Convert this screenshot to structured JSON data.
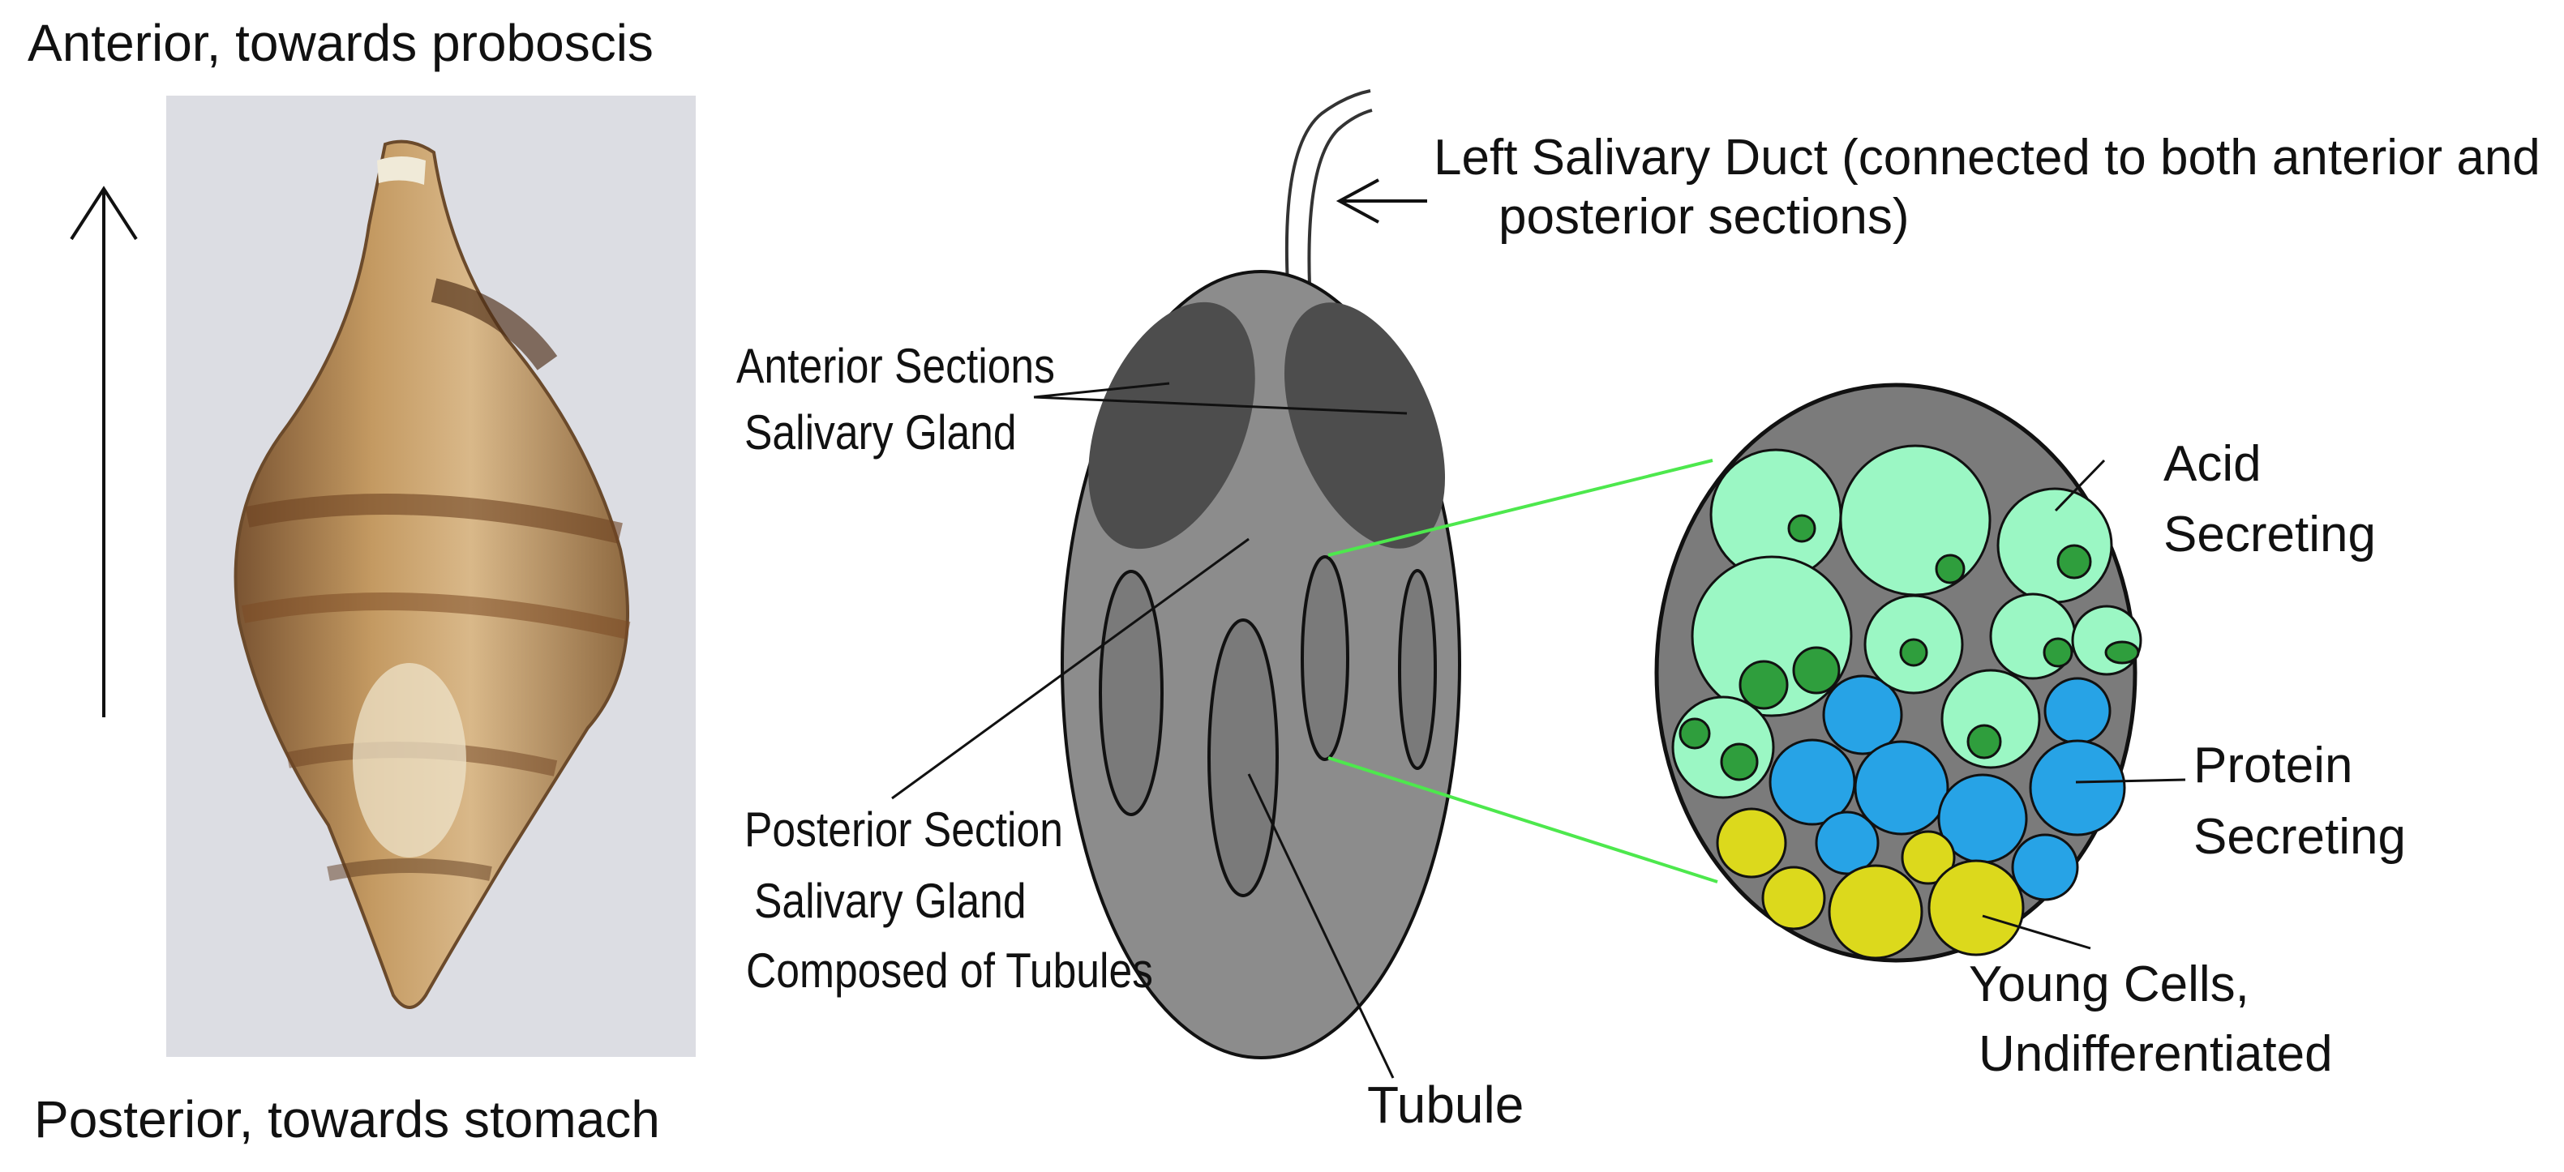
{
  "orientation": {
    "top_label": "Anterior, towards proboscis",
    "bottom_label": "Posterior, towards stomach"
  },
  "gland_labels": {
    "duct_line1": "Left Salivary Duct (connected to both anterior and",
    "duct_line2": "posterior sections)",
    "anterior_line1": "Anterior Sections",
    "anterior_line2": "Salivary Gland",
    "posterior_line1": "Posterior Section",
    "posterior_line2": "Salivary Gland",
    "posterior_line3": "Composed of Tubules",
    "tubule": "Tubule"
  },
  "cell_labels": {
    "acid_line1": "Acid",
    "acid_line2": "Secreting",
    "protein_line1": "Protein",
    "protein_line2": "Secreting",
    "young_line1": "Young Cells,",
    "young_line2": "Undifferentiated"
  },
  "colors": {
    "gland_body": "#8c8c8c",
    "anterior_sections": "#4d4d4d",
    "tubule_fill": "#7a7a7a",
    "crosssection_bg": "#7b7b7b",
    "acid_cell": "#9bf7c4",
    "acid_nucleus": "#2f9e3d",
    "protein_cell": "#27a3e6",
    "young_cell": "#dcd91c",
    "zoom_lines": "#4de84d"
  }
}
